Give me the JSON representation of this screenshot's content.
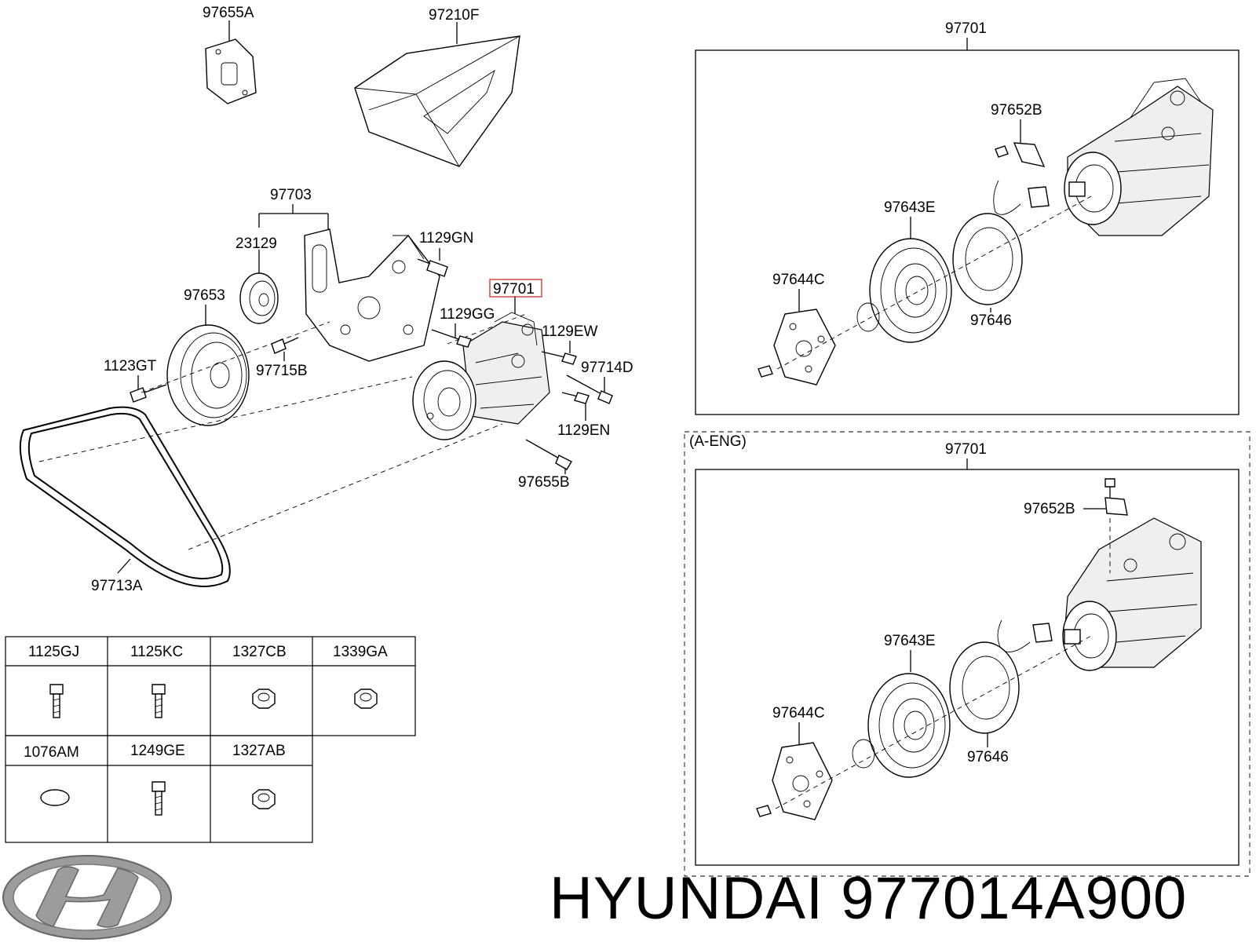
{
  "callouts": {
    "c97655A": "97655A",
    "c97210F": "97210F",
    "c97703": "97703",
    "c23129": "23129",
    "c1129GN": "1129GN",
    "c97653": "97653",
    "c97701_main": "97701",
    "c1129GG": "1129GG",
    "c1129EW": "1129EW",
    "c1123GT": "1123GT",
    "c97715B": "97715B",
    "c97714D": "97714D",
    "c1129EN": "1129EN",
    "c97655B": "97655B",
    "c97713A": "97713A"
  },
  "detail_top": {
    "assembly": "97701",
    "c97652B": "97652B",
    "c97643E": "97643E",
    "c97644C": "97644C",
    "c97646": "97646"
  },
  "detail_bottom": {
    "variant": "(A-ENG)",
    "assembly": "97701",
    "c97652B": "97652B",
    "c97643E": "97643E",
    "c97644C": "97644C",
    "c97646": "97646"
  },
  "fastener_table": {
    "row1": [
      "1125GJ",
      "1125KC",
      "1327CB",
      "1339GA"
    ],
    "row2": [
      "1076AM",
      "1249GE",
      "1327AB"
    ]
  },
  "brand": {
    "text": "HYUNDAI 977014A900",
    "logo": "hyundai-logo",
    "highlight_color": "#d9534f"
  }
}
